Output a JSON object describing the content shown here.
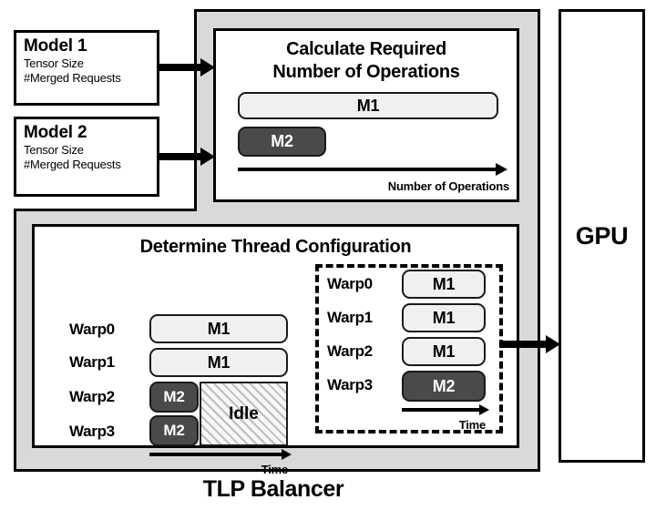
{
  "diagram": {
    "caption": "TLP Balancer",
    "inputs": [
      {
        "title": "Model 1",
        "line1": "Tensor Size",
        "line2": "#Merged Requests"
      },
      {
        "title": "Model 2",
        "line1": "Tensor Size",
        "line2": "#Merged Requests"
      }
    ],
    "stage_ops": {
      "title_line1": "Calculate Required",
      "title_line2": "Number of Operations",
      "bars": [
        {
          "label": "M1",
          "style": "m1",
          "length_pct": 100
        },
        {
          "label": "M2",
          "style": "m2",
          "length_pct": 34
        }
      ],
      "axis_caption": "Number of Operations"
    },
    "stage_threads": {
      "title": "Determine Thread Configuration",
      "before": {
        "rows": [
          {
            "warp": "Warp0",
            "label": "M1",
            "style": "m1"
          },
          {
            "warp": "Warp1",
            "label": "M1",
            "style": "m1"
          },
          {
            "warp": "Warp2",
            "label": "M2",
            "style": "m2"
          },
          {
            "warp": "Warp3",
            "label": "M2",
            "style": "m2"
          }
        ],
        "idle_label": "Idle",
        "axis_caption": "Time"
      },
      "after": {
        "rows": [
          {
            "warp": "Warp0",
            "label": "M1",
            "style": "m1"
          },
          {
            "warp": "Warp1",
            "label": "M1",
            "style": "m1"
          },
          {
            "warp": "Warp2",
            "label": "M1",
            "style": "m1"
          },
          {
            "warp": "Warp3",
            "label": "M2",
            "style": "m2"
          }
        ],
        "axis_caption": "Time"
      }
    },
    "output": {
      "label": "GPU"
    },
    "colors": {
      "m1_fill": "#f0f0f0",
      "m2_fill": "#4a4a4a",
      "container_fill": "#d9d9d9",
      "stroke": "#000000",
      "idle_hatch": "#bdbdbd"
    }
  }
}
